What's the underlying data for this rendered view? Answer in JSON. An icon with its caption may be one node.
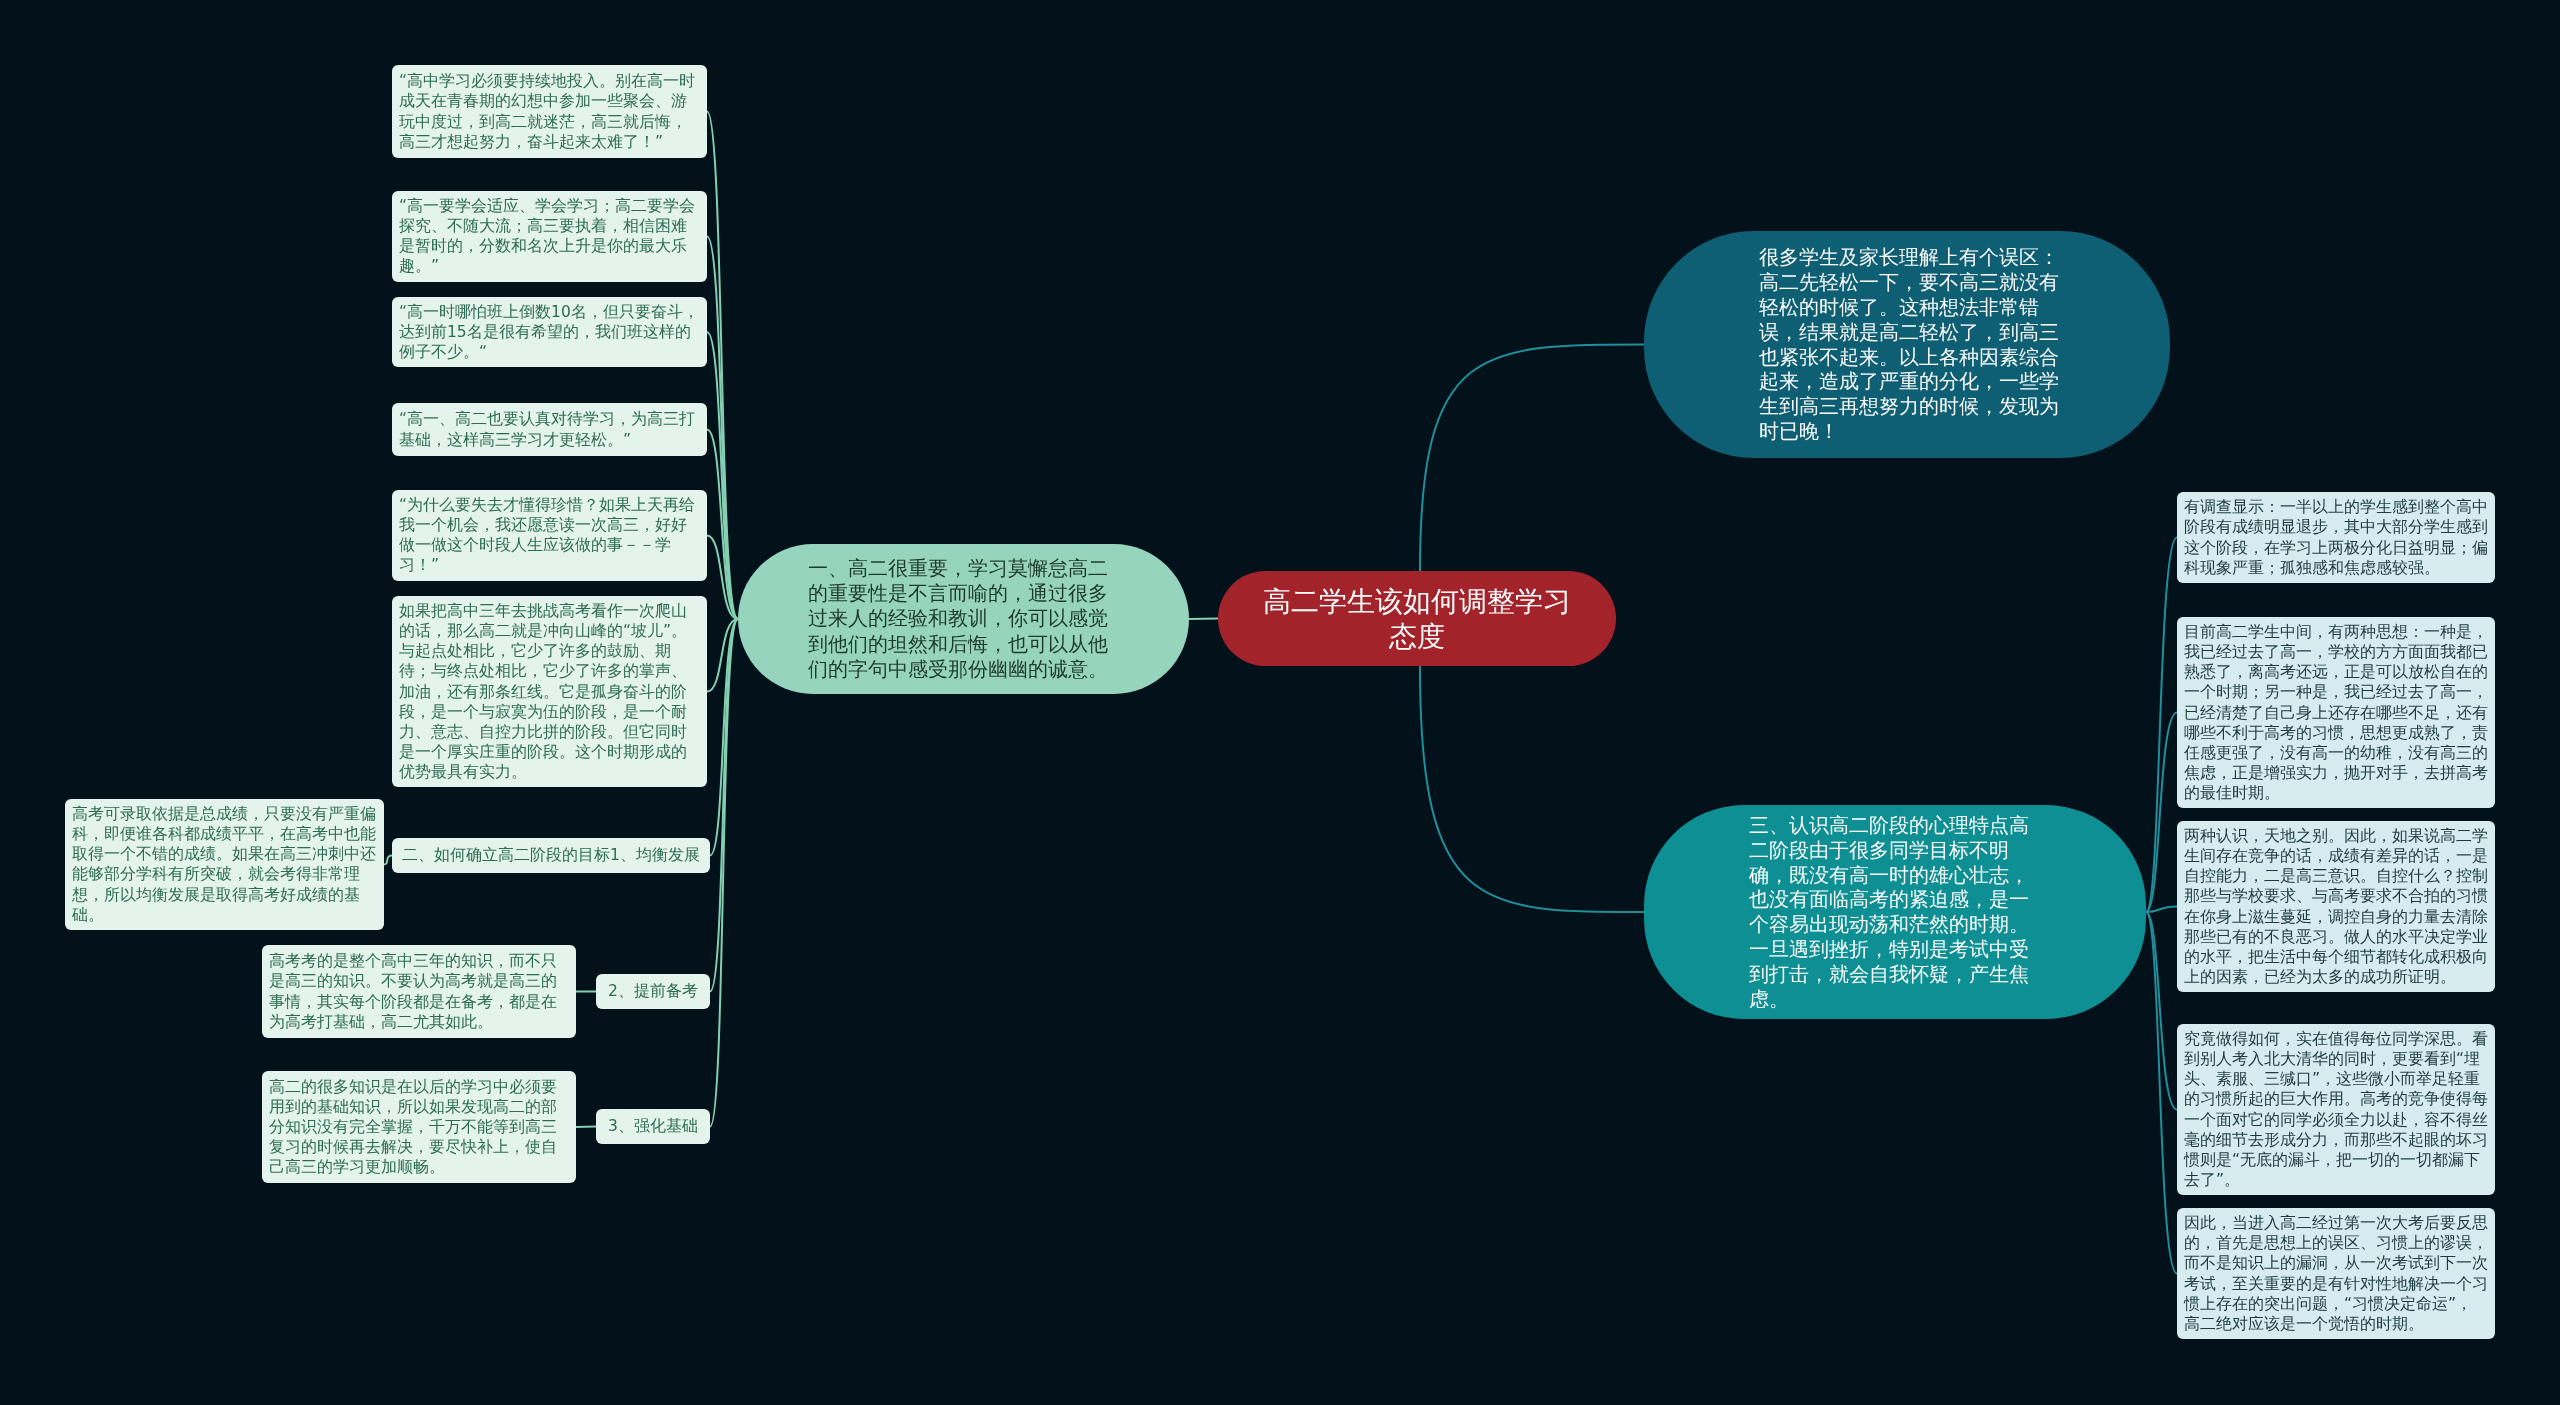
{
  "diagram": {
    "nodes": [
      {
        "text": [
          "高二学生该如何调整学习态度"
        ]
      },
      {
        "text": [
          "一、高二很重要，学习莫懈怠高二的重要性是不言而喻的，通过很多过来人的经验和教训，你可以感觉到他们的坦然和后悔，也可以从他们的字句中感受那份幽幽的诚意。"
        ]
      },
      {
        "text": [
          "“高中学习必须要持续地投入。别在高一时成天在青春期的幻想中参加一些聚会、游玩中度过，到高二就迷茫，高三就后悔，高三才想起努力，奋斗起来太难了！”"
        ]
      },
      {
        "text": [
          "“高一要学会适应、学会学习；高二要学会探究、不随大流；高三要执着，相信困难是暂时的，分数和名次上升是你的最大乐趣。”"
        ]
      },
      {
        "text": [
          "“高一时哪怕班上倒数10名，但只要奋斗，达到前15名是很有希望的，我们班这样的例子不少。“"
        ]
      },
      {
        "text": [
          "“高一、高二也要认真对待学习，为高三打基础，这样高三学习才更轻松。”"
        ]
      },
      {
        "text": [
          "“为什么要失去才懂得珍惜？如果上天再给我一个机会，我还愿意读一次高三，好好做一做这个时段人生应该做的事－－学习！”"
        ]
      },
      {
        "text": [
          "如果把高中三年去挑战高考看作一次爬山的话，那么高二就是冲向山峰的“坡儿”。与起点处相比，它少了许多的鼓励、期待；与终点处相比，它少了许多的掌声、加油，还有那条红线。它是孤身奋斗的阶段，是一个与寂寞为伍的阶段，是一个耐力、意志、自控力比拼的阶段。但它同时是一个厚实庄重的阶段。这个时期形成的优势最具有实力。"
        ]
      },
      {
        "text": [
          "二、如何确立高二阶段的目标1、均衡发展"
        ]
      },
      {
        "text": [
          "高考可录取依据是总成绩，只要没有严重偏科，即便谁各科都成绩平平，在高考中也能取得一个不错的成绩。如果在高三冲刺中还能够部分学科有所突破，就会考得非常理想，所以均衡发展是取得高考好成绩的基础。"
        ]
      },
      {
        "text": [
          "2、提前备考"
        ]
      },
      {
        "text": [
          "高考考的是整个高中三年的知识，而不只是高三的知识。不要认为高考就是高三的事情，其实每个阶段都是在备考，都是在为高考打基础，高二尤其如此。"
        ]
      },
      {
        "text": [
          "3、强化基础"
        ]
      },
      {
        "text": [
          "高二的很多知识是在以后的学习中必须要用到的基础知识，所以如果发现高二的部分知识没有完全掌握，千万不能等到高三复习的时候再去解决，要尽快补上，使自己高三的学习更加顺畅。"
        ]
      },
      {
        "text": [
          "很多学生及家长理解上有个误区：高二先轻松一下，要不高三就没有轻松的时候了。这种想法非常错误，结果就是高二轻松了，到高三也紧张不起来。以上各种因素综合起来，造成了严重的分化，一些学生到高三再想努力的时候，发现为时已晚！"
        ]
      },
      {
        "text": [
          "三、认识高二阶段的心理特点高二阶段由于很多同学目标不明确，既没有高一时的雄心壮志，也没有面临高考的紧迫感，是一个容易出现动荡和茫然的时期。一旦遇到挫折，特别是考试中受到打击，就会自我怀疑，产生焦虑。"
        ]
      },
      {
        "text": [
          "有调查显示：一半以上的学生感到整个高中阶段有成绩明显退步，其中大部分学生感到这个阶段，在学习上两极分化日益明显；偏科现象严重；孤独感和焦虑感较强。"
        ]
      },
      {
        "text": [
          "目前高二学生中间，有两种思想：一种是，我已经过去了高一，学校的方方面面我都已熟悉了，离高考还远，正是可以放松自在的一个时期；另一种是，我已经过去了高一，已经清楚了自己身上还存在哪些不足，还有哪些不利于高考的习惯，思想更成熟了，责任感更强了，没有高一的幼稚，没有高三的焦虑，正是增强实力，抛开对手，去拼高考的最佳时期。"
        ]
      },
      {
        "text": [
          "两种认识，天地之别。因此，如果说高二学生间存在竞争的话，成绩有差异的话，一是自控能力，二是高三意识。自控什么？控制那些与学校要求、与高考要求不合拍的习惯在你身上滋生蔓延，调控自身的力量去清除那些已有的不良恶习。做人的水平决定学业的水平，把生活中每个细节都转化成积极向上的因素，已经为太多的成功所证明。"
        ]
      },
      {
        "text": [
          "究竟做得如何，实在值得每位同学深思。看到别人考入北大清华的同时，更要看到“埋头、素服、三缄口”，这些微小而举足轻重的习惯所起的巨大作用。高考的竞争使得每一个面对它的同学必须全力以赴，容不得丝毫的细节去形成分力，而那些不起眼的坏习惯则是“无底的漏斗，把一切的一切都漏下去了”。"
        ]
      },
      {
        "text": [
          "因此，当进入高二经过第一次大考后要反思的，首先是思想上的误区、习惯上的谬误，而不是知识上的漏洞，从一次考试到下一次考试，至关重要的是有针对性地解决一个习惯上存在的突出问题，“习惯决定命运”，高二绝对应该是一个觉悟的时期。"
        ]
      }
    ],
    "edges": [
      {
        "from": 0,
        "to": 1,
        "arrow": "none"
      },
      {
        "from": 1,
        "to": 2,
        "arrow": "none"
      },
      {
        "from": 1,
        "to": 3,
        "arrow": "none"
      },
      {
        "from": 1,
        "to": 4,
        "arrow": "none"
      },
      {
        "from": 1,
        "to": 5,
        "arrow": "none"
      },
      {
        "from": 1,
        "to": 6,
        "arrow": "none"
      },
      {
        "from": 1,
        "to": 7,
        "arrow": "none"
      },
      {
        "from": 1,
        "to": 8,
        "arrow": "none"
      },
      {
        "from": 8,
        "to": 9,
        "arrow": "none"
      },
      {
        "from": 1,
        "to": 10,
        "arrow": "none"
      },
      {
        "from": 10,
        "to": 11,
        "arrow": "none"
      },
      {
        "from": 1,
        "to": 12,
        "arrow": "none"
      },
      {
        "from": 12,
        "to": 13,
        "arrow": "none"
      },
      {
        "from": 0,
        "to": 14,
        "arrow": "none",
        "color": "#1f8f9b"
      },
      {
        "from": 0,
        "to": 15,
        "arrow": "none",
        "color": "#1f8f9b"
      },
      {
        "from": 15,
        "to": 16,
        "arrow": "none",
        "color": "#1f8f9b"
      },
      {
        "from": 15,
        "to": 17,
        "arrow": "none",
        "color": "#1f8f9b"
      },
      {
        "from": 15,
        "to": 18,
        "arrow": "none",
        "color": "#1f8f9b"
      },
      {
        "from": 15,
        "to": 19,
        "arrow": "none",
        "color": "#1f8f9b"
      },
      {
        "from": 15,
        "to": 20,
        "arrow": "none",
        "color": "#1f8f9b"
      }
    ]
  }
}
